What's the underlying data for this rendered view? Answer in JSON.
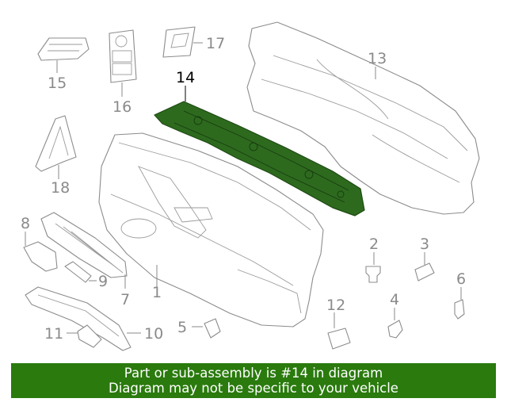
{
  "diagram": {
    "callouts": [
      "1",
      "2",
      "3",
      "4",
      "5",
      "6",
      "7",
      "8",
      "9",
      "10",
      "11",
      "12",
      "13",
      "14",
      "15",
      "16",
      "17",
      "18"
    ],
    "highlighted_part": "14",
    "colors": {
      "highlight": "#2d6a1e",
      "banner": "#2a7a0d",
      "lines": "#8c8c8c"
    }
  },
  "banner": {
    "line1": "Part or sub-assembly is #14 in diagram",
    "line2": "Diagram may not be specific to your vehicle"
  }
}
